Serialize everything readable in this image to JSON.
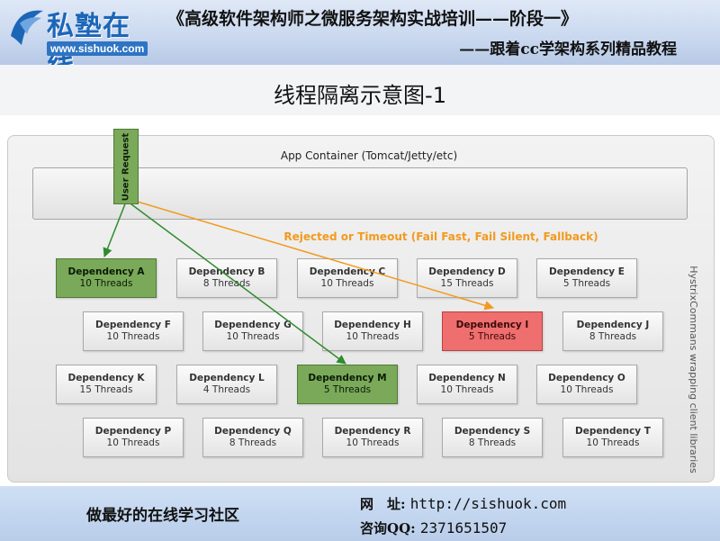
{
  "header": {
    "logo_name": "私塾在线",
    "logo_url": "www.sishuok.com",
    "title_line1": "《高级软件架构师之微服务架构实战培训——阶段一》",
    "title_line2": "——跟着cc学架构系列精品教程"
  },
  "slide_title": "线程隔离示意图-1",
  "diagram": {
    "container_label": "App Container (Tomcat/Jetty/etc)",
    "user_request": "User Request",
    "reject_label": "Rejected or Timeout (Fail Fast, Fail Silent, Fallback)",
    "side_label": "HystrixCommans wrapping client libraries",
    "dependencies": [
      {
        "name": "Dependency A",
        "threads": "10 Threads",
        "state": "green"
      },
      {
        "name": "Dependency B",
        "threads": "8 Threads",
        "state": "normal"
      },
      {
        "name": "Dependency C",
        "threads": "10 Threads",
        "state": "normal"
      },
      {
        "name": "Dependency D",
        "threads": "15 Threads",
        "state": "normal"
      },
      {
        "name": "Dependency E",
        "threads": "5 Threads",
        "state": "normal"
      },
      {
        "name": "Dependency F",
        "threads": "10 Threads",
        "state": "normal"
      },
      {
        "name": "Dependency G",
        "threads": "10 Threads",
        "state": "normal"
      },
      {
        "name": "Dependency H",
        "threads": "10 Threads",
        "state": "normal"
      },
      {
        "name": "Dependency I",
        "threads": "5 Threads",
        "state": "red"
      },
      {
        "name": "Dependency J",
        "threads": "8 Threads",
        "state": "normal"
      },
      {
        "name": "Dependency K",
        "threads": "15 Threads",
        "state": "normal"
      },
      {
        "name": "Dependency L",
        "threads": "4 Threads",
        "state": "normal"
      },
      {
        "name": "Dependency M",
        "threads": "5 Threads",
        "state": "green"
      },
      {
        "name": "Dependency N",
        "threads": "10 Threads",
        "state": "normal"
      },
      {
        "name": "Dependency O",
        "threads": "10 Threads",
        "state": "normal"
      },
      {
        "name": "Dependency P",
        "threads": "10 Threads",
        "state": "normal"
      },
      {
        "name": "Dependency Q",
        "threads": "8 Threads",
        "state": "normal"
      },
      {
        "name": "Dependency R",
        "threads": "10 Threads",
        "state": "normal"
      },
      {
        "name": "Dependency S",
        "threads": "8 Threads",
        "state": "normal"
      },
      {
        "name": "Dependency T",
        "threads": "10 Threads",
        "state": "normal"
      }
    ],
    "colors": {
      "green": "#7aa95a",
      "red": "#ef6e6e",
      "orange_arrow": "#f29a1e",
      "green_arrow": "#2e8b2e"
    }
  },
  "footer": {
    "slogan": "做最好的在线学习社区",
    "site_label": "网　址:",
    "site_value": "http://sishuok.com",
    "qq_label": "咨询QQ:",
    "qq_value": "2371651507"
  }
}
